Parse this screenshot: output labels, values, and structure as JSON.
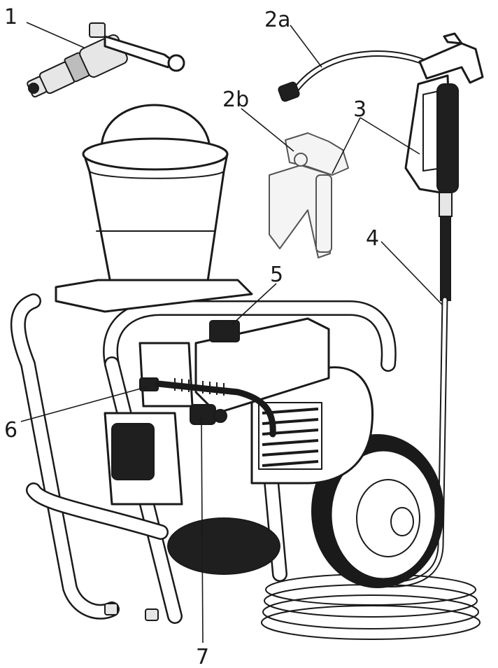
{
  "callouts": {
    "c1": "1",
    "c2a": "2a",
    "c2b": "2b",
    "c3": "3",
    "c4": "4",
    "c5": "5",
    "c6": "6",
    "c7": "7"
  },
  "colors": {
    "line": "#1a1a1a",
    "background": "#ffffff"
  }
}
